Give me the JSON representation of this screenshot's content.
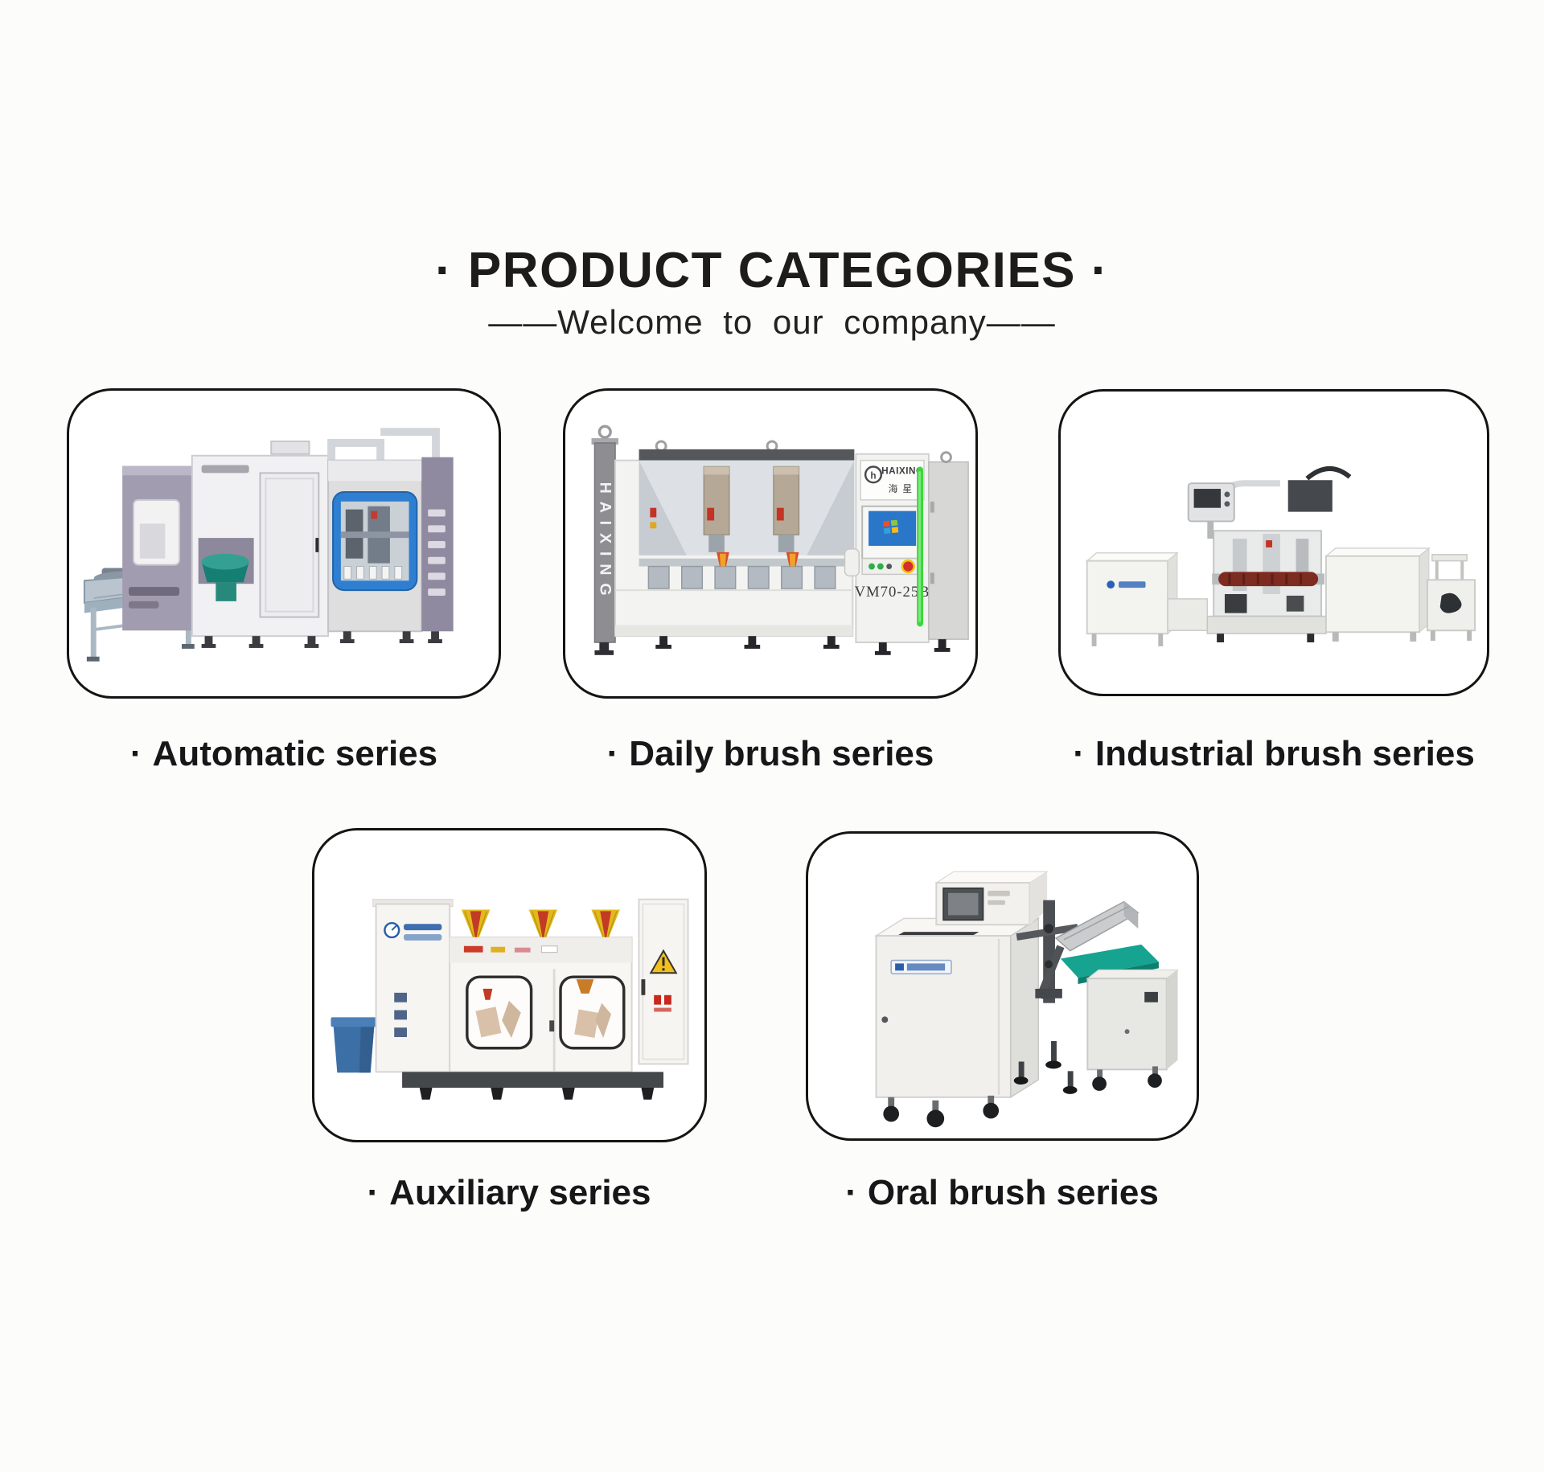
{
  "header": {
    "title": "· PRODUCT CATEGORIES ·",
    "subtitle": "——Welcome to our company——"
  },
  "categories": [
    {
      "id": "automatic-series",
      "bullet": "·",
      "label": "Automatic series"
    },
    {
      "id": "daily-brush-series",
      "bullet": "·",
      "label": "Daily brush series"
    },
    {
      "id": "industrial-brush-series",
      "bullet": "·",
      "label": "Industrial brush series"
    },
    {
      "id": "auxiliary-series",
      "bullet": "·",
      "label": "Auxiliary series"
    },
    {
      "id": "oral-brush-series",
      "bullet": "·",
      "label": "Oral brush series"
    }
  ],
  "machines": {
    "daily_brush": {
      "side_brand": "HAIXING",
      "logo_mark": "h",
      "logo_latin": "HAIXING",
      "logo_cn": "海星",
      "model": "VM70-25B"
    }
  },
  "colors": {
    "accent_blue": "#2e7fd2",
    "led_green": "#3bd83b",
    "teal": "#16a390",
    "brush_red": "#7e2b22",
    "bin_blue": "#3c6fa5",
    "warning_yellow": "#f0c020",
    "panel_purple": "#a29cb0"
  }
}
